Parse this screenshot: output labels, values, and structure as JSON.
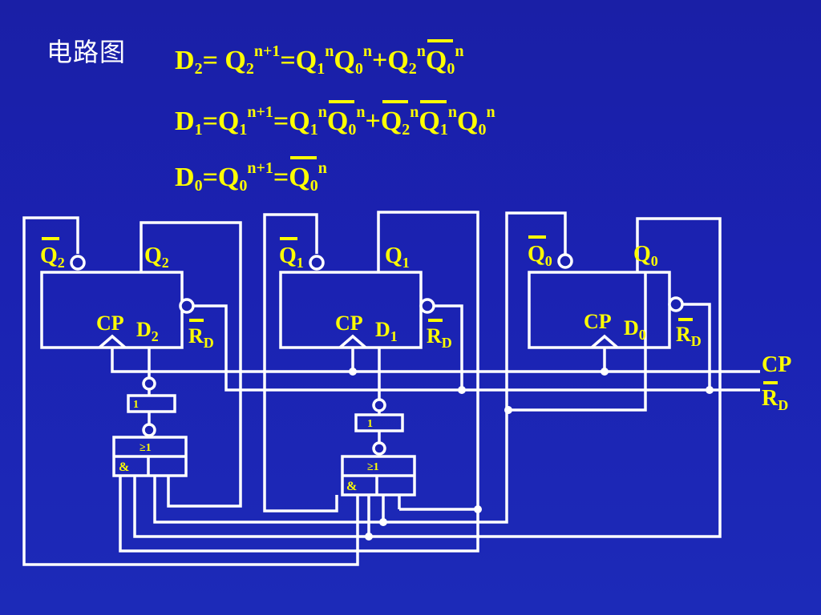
{
  "slide": {
    "title": "电路图",
    "colors": {
      "background": "#1b22b2",
      "accent": "#ffff00",
      "wire": "#ffffff"
    }
  },
  "equations": [
    {
      "id": "D2",
      "text": "D2=Q2^(n+1)=Q1^n Q0^n+Q2^n ¬Q0^n"
    },
    {
      "id": "D1",
      "text": "D1=Q1^(n+1)=Q1^n ¬Q0^n+¬Q2^n ¬Q1^n Q0^n"
    },
    {
      "id": "D0",
      "text": "D0=Q0^(n+1)=¬Q0^n"
    }
  ],
  "circuit": {
    "flipflops": [
      {
        "qbar": "Q",
        "q": "Q",
        "sub": "2",
        "cp": "CP",
        "d": "D",
        "rd": "R",
        "rd_sub": "D"
      },
      {
        "qbar": "Q",
        "q": "Q",
        "sub": "1",
        "cp": "CP",
        "d": "D",
        "rd": "R",
        "rd_sub": "D"
      },
      {
        "qbar": "Q",
        "q": "Q",
        "sub": "0",
        "cp": "CP",
        "d": "D",
        "rd": "R",
        "rd_sub": "D"
      }
    ],
    "gates": {
      "inverter": "1",
      "or": "≥1",
      "and": "&"
    },
    "inputs": {
      "cp": "CP",
      "rd": "R",
      "rd_sub": "D"
    }
  }
}
